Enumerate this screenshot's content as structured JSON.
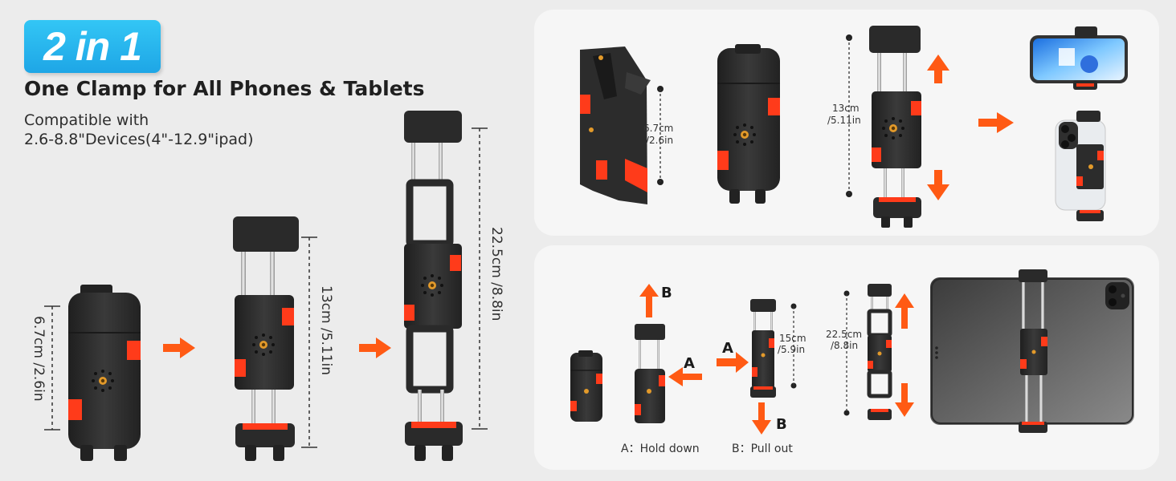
{
  "badge": {
    "text": "2 in 1"
  },
  "headline": "One Clamp for All Phones & Tablets",
  "sub": {
    "line1": "Compatible with",
    "line2": "2.6-8.8\"Devices(4\"-12.9\"ipad)"
  },
  "left_dims": {
    "closed": "6.7cm /2.6in",
    "phone_ext": "13cm /5.11in",
    "tablet_ext": "22.5cm /8.8in"
  },
  "top_panel": {
    "closed_top": "6.7cm",
    "closed_bot": "/2.6in",
    "ext_top": "13cm",
    "ext_bot": "/5.11in"
  },
  "bottom_panel": {
    "letter_a1": "A",
    "letter_b1": "B",
    "letter_a2": "A",
    "letter_b2": "B",
    "mid_top": "15cm",
    "mid_bot": "/5.9in",
    "tab_top": "22.5cm",
    "tab_bot": "/8.8in",
    "caption_a": "A：Hold down",
    "caption_b": "B：Pull out"
  },
  "colors": {
    "accent_orange": "#ff5a14",
    "badge_blue": "#22aee9",
    "clamp_body": "#2b2b2b",
    "tab_red": "#ff3b1a"
  }
}
